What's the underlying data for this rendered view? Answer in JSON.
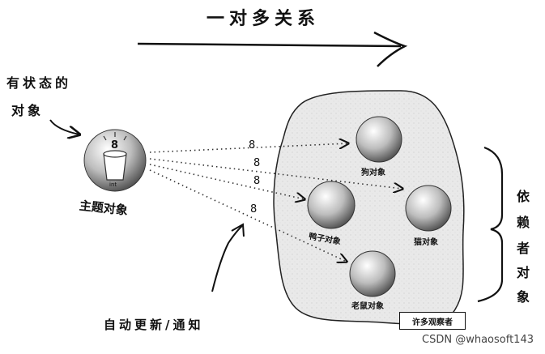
{
  "title": "一对多关系",
  "stateful_note": [
    "有状态的",
    "对象"
  ],
  "subject": {
    "label": "主题对象",
    "top_number": "8",
    "cup_text": "int"
  },
  "observers": [
    {
      "label": "狗对象"
    },
    {
      "label": "鸭子对象"
    },
    {
      "label": "猫对象"
    },
    {
      "label": "老鼠对象"
    }
  ],
  "arrow_values": [
    "8",
    "8",
    "8",
    "8"
  ],
  "dependent_label": [
    "依",
    "赖",
    "者",
    "对",
    "象"
  ],
  "auto_update": "自动更新/通知",
  "observers_box": "许多观察者",
  "watermark": "CSDN @whaosoft143"
}
